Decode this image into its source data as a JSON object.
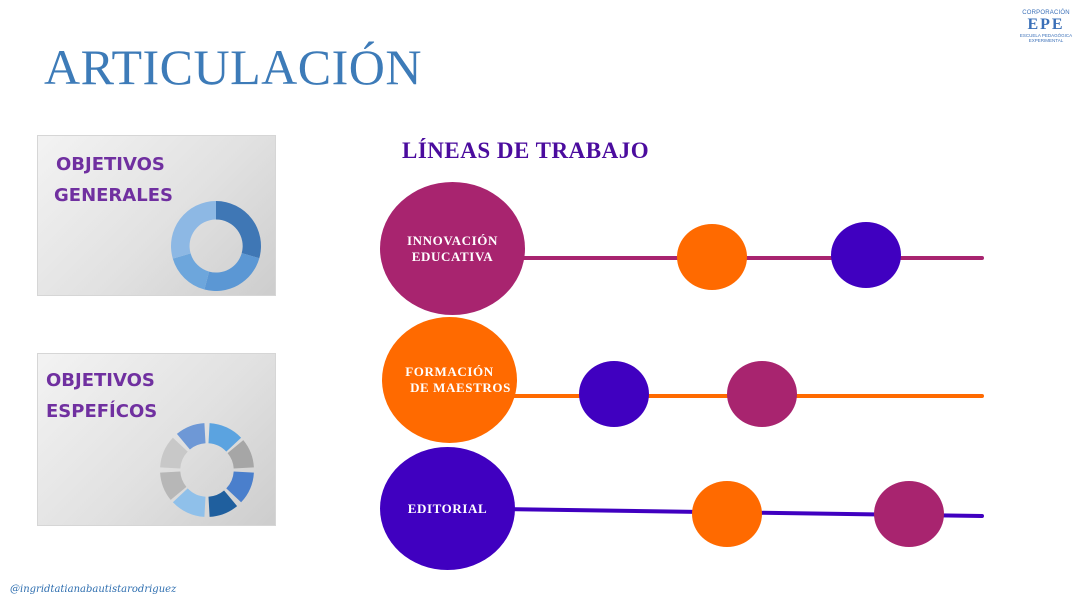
{
  "slide": {
    "title": "ARTICULACIÓN",
    "logo": {
      "line1": "CORPORACIÓN",
      "line2": "EPE",
      "line3": "ESCUELA PEDAGÓGICA",
      "line4": "EXPERIMENTAL",
      "color": "#3b70b8"
    },
    "panels": [
      {
        "line1": "OBJETIVOS",
        "line2": "GENERALES",
        "icon": "donut-chart-icon"
      },
      {
        "line1": "OBJETIVOS",
        "line2": "ESPEFÍCOS",
        "icon": "segmented-ring-icon"
      }
    ],
    "section_title": "LÍNEAS DE TRABAJO",
    "rows": [
      {
        "line1": "INNOVACIÓN",
        "line2": "EDUCATIVA",
        "color": "#a8246f"
      },
      {
        "line1": "FORMACIÓN",
        "line2": "DE MAESTROS",
        "color": "#ff6a00"
      },
      {
        "line1": "EDITORIAL",
        "line2": "",
        "color": "#4000c0"
      }
    ],
    "colors": {
      "title": "#3d7bb8",
      "purple_text": "#7030a0",
      "magenta": "#a8246f",
      "orange": "#ff6a00",
      "indigo": "#4000c0"
    },
    "footer_handle": "@ingridtatianabautistarodriguez"
  }
}
